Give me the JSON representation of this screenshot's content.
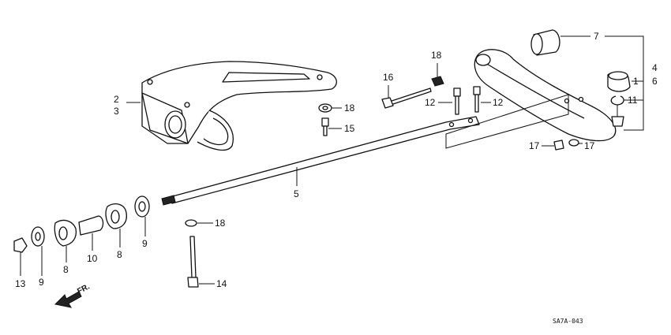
{
  "callouts": {
    "c1": "1",
    "c2": "2",
    "c3": "3",
    "c4": "4",
    "c5": "5",
    "c6": "6",
    "c7": "7",
    "c8a": "8",
    "c8b": "8",
    "c9a": "9",
    "c9b": "9",
    "c10": "10",
    "c11": "11",
    "c12a": "12",
    "c12b": "12",
    "c13": "13",
    "c14": "14",
    "c15": "15",
    "c16": "16",
    "c17a": "17",
    "c17b": "17",
    "c18a": "18",
    "c18b": "18",
    "c18c": "18"
  },
  "direction_label": "FR.",
  "diagram_code": "SA7A-043",
  "colors": {
    "line": "#111111",
    "background": "#ffffff"
  }
}
